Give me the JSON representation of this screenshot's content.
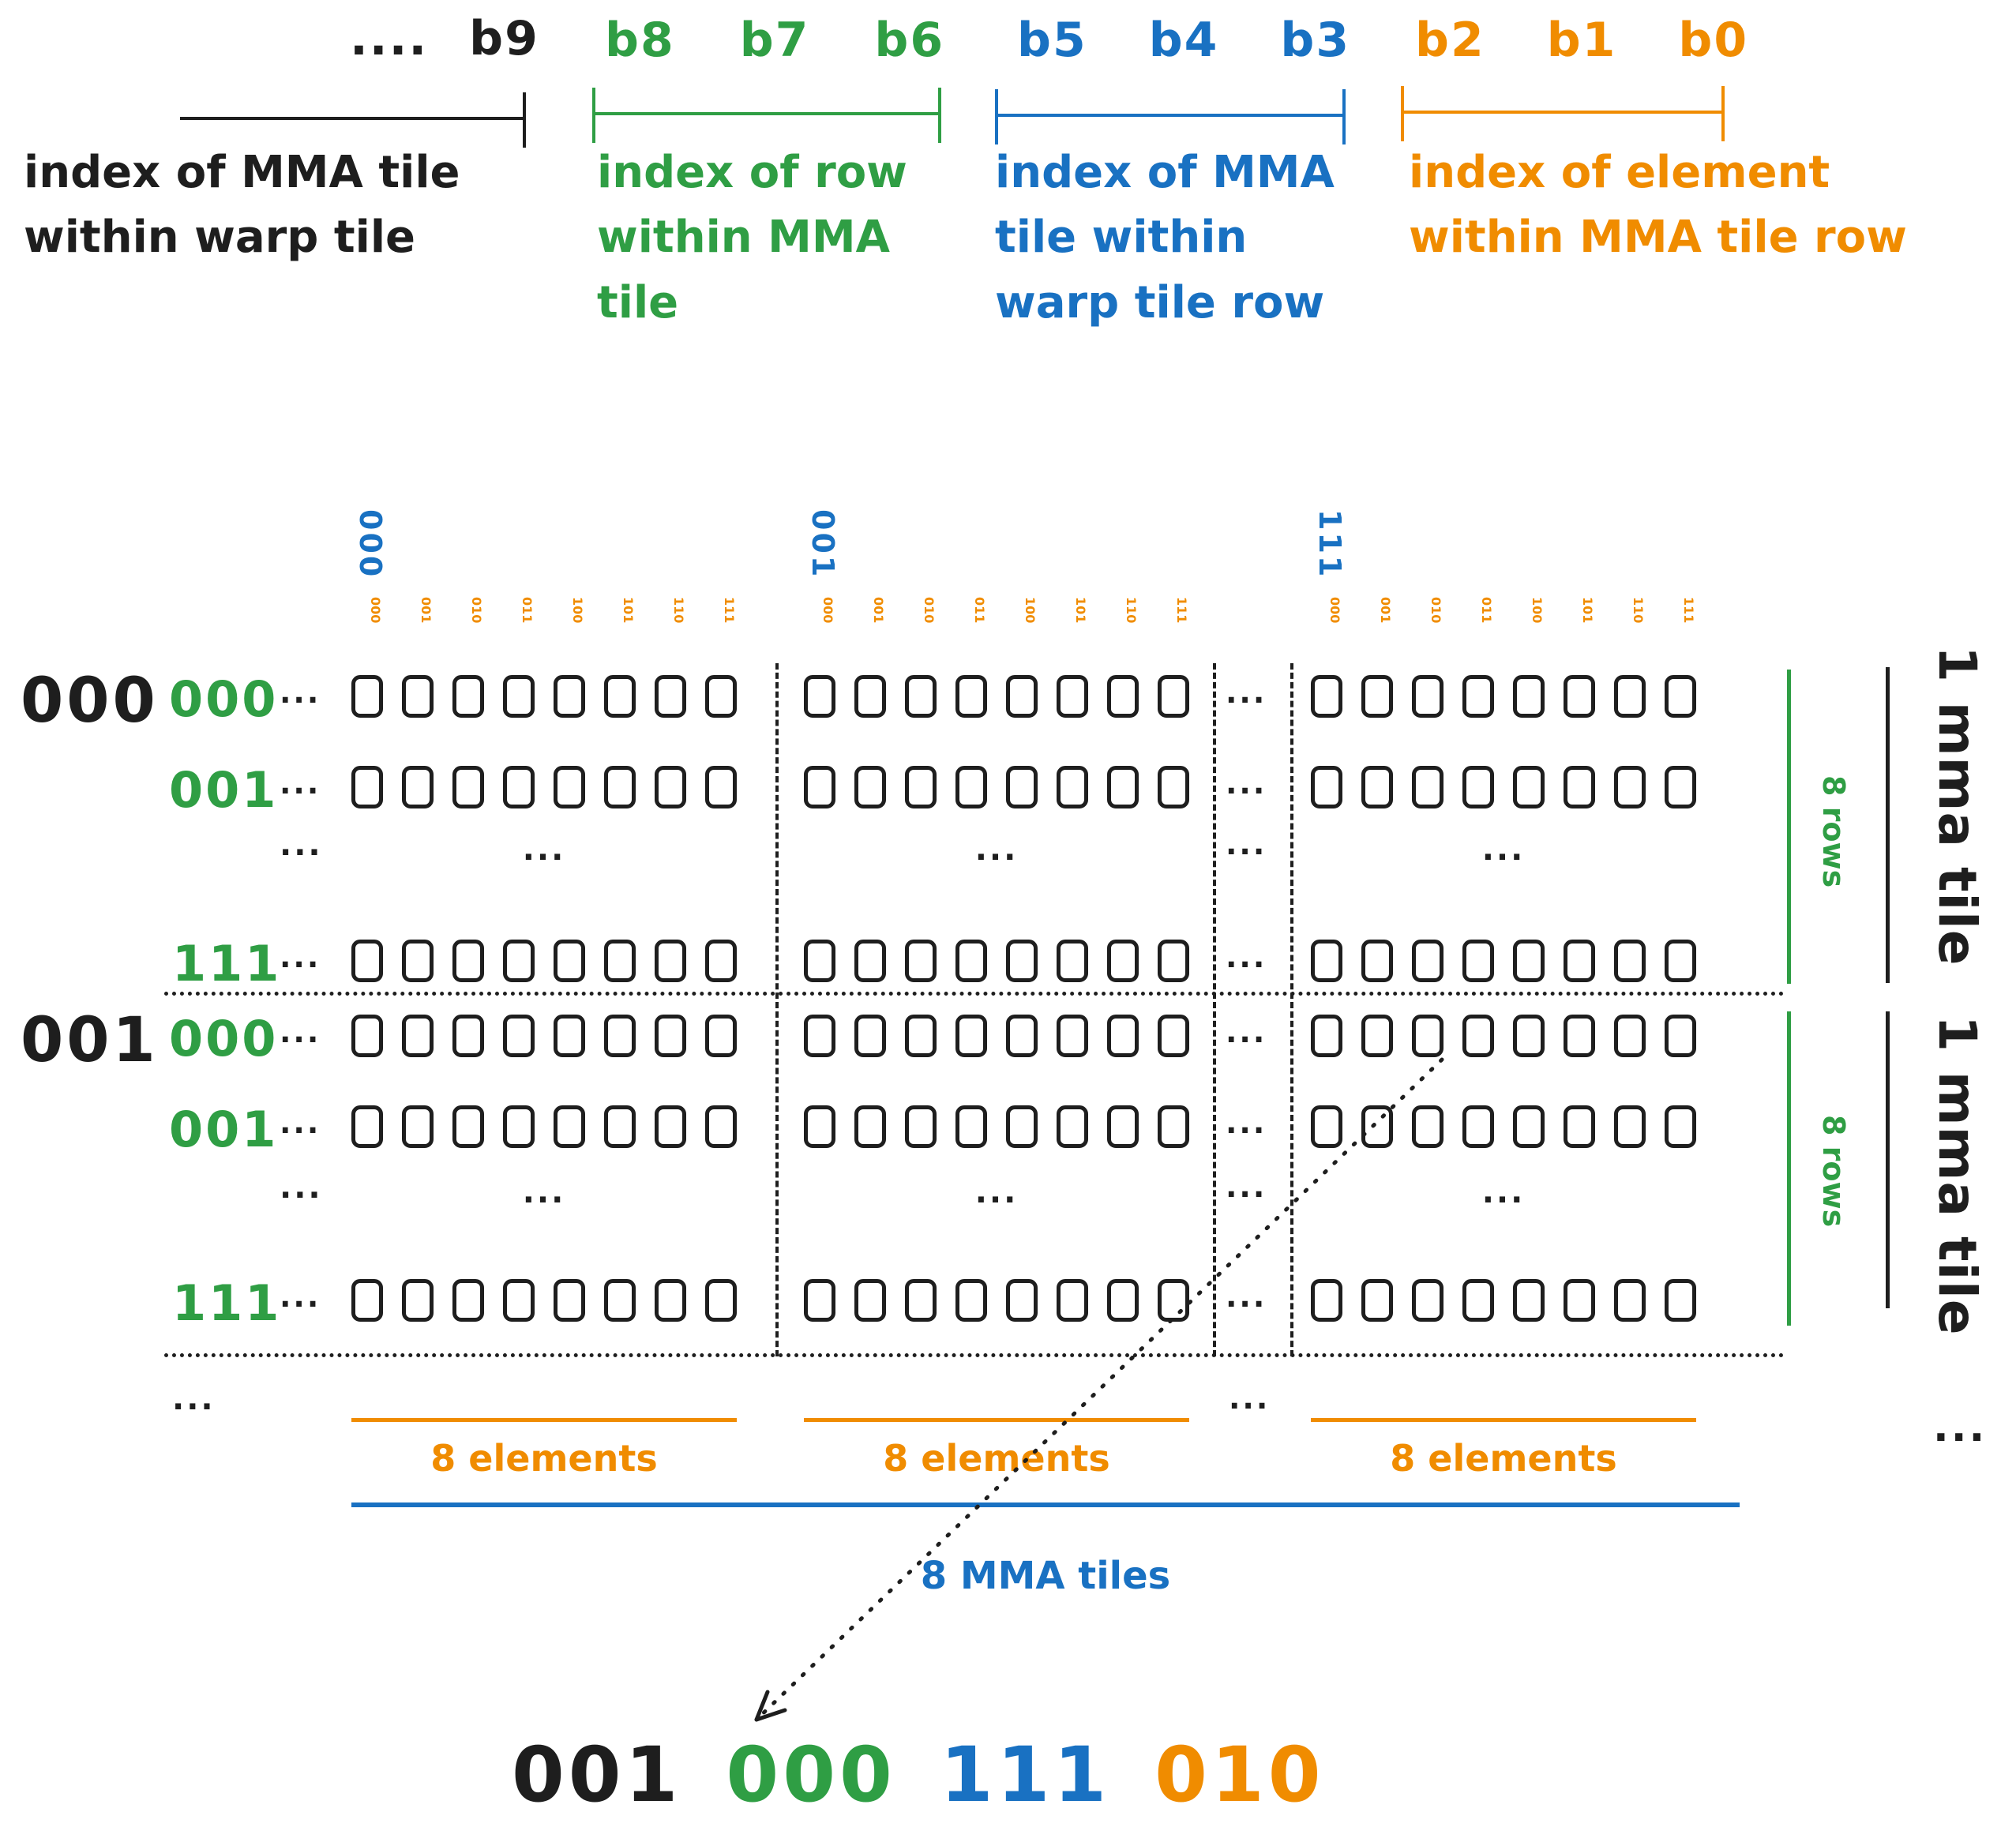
{
  "colors": {
    "black": "#1e1e1e",
    "green": "#2f9e44",
    "blue": "#1971c2",
    "orange": "#f08c00"
  },
  "legend": {
    "warp_tile_index": {
      "bits": [
        "....",
        "b9"
      ],
      "label": [
        "index of MMA tile",
        "within warp tile"
      ]
    },
    "row_in_mma_tile": {
      "bits": [
        "b8",
        "b7",
        "b6"
      ],
      "label": [
        "index of row",
        "within MMA",
        "tile"
      ]
    },
    "mma_tile_in_row": {
      "bits": [
        "b5",
        "b4",
        "b3"
      ],
      "label": [
        "index of MMA",
        "tile within",
        "warp tile row"
      ]
    },
    "element_in_tile_row": {
      "bits": [
        "b2",
        "b1",
        "b0"
      ],
      "label": [
        "index of element",
        "within MMA tile row"
      ]
    }
  },
  "grid": {
    "mma_tile_col_headers": [
      "000",
      "001",
      "111"
    ],
    "element_col_headers": [
      "000",
      "001",
      "010",
      "011",
      "100",
      "101",
      "110",
      "111"
    ],
    "mma_tile_row_labels": [
      "000",
      "001"
    ],
    "row_labels": [
      "000",
      "001",
      "111"
    ],
    "ellipsis": "...",
    "boxes_per_tile": 8
  },
  "annotations": {
    "rows_brace": "8 rows",
    "tile_brace": "1 mma tile",
    "elements_brace": "8 elements",
    "mma_tiles_brace": "8 MMA tiles"
  },
  "result": {
    "mma_tile_row": "001",
    "row_in_tile": "000",
    "mma_tile": "111",
    "element": "010"
  }
}
